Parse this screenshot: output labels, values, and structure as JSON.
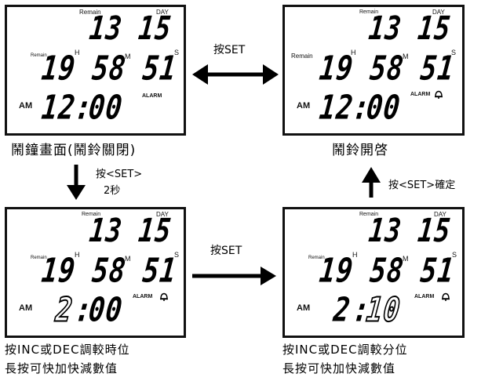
{
  "panels": {
    "p1": {
      "remain_top": "Remain",
      "day": "DAY",
      "date": "13 15",
      "remain_mid": "Remain",
      "h": "H",
      "m": "M",
      "s": "S",
      "countdown": "19 58 51",
      "am": "AM",
      "alarm_word": "ALARM",
      "time_hour": "12",
      "time_min": "00"
    },
    "p2": {
      "remain_top": "Remain",
      "day": "DAY",
      "date": "13 15",
      "remain_mid": "Remain",
      "h": "H",
      "m": "M",
      "s": "S",
      "countdown": "19 58 51",
      "am": "AM",
      "alarm_word": "ALARM",
      "time_hour": "12",
      "time_min": "00"
    },
    "p3": {
      "remain_top": "Remain",
      "day": "DAY",
      "date": "13 15",
      "remain_mid": "Remain",
      "h": "H",
      "m": "M",
      "s": "S",
      "countdown": "19 58 51",
      "am": "AM",
      "alarm_word": "ALARM",
      "time_hour": "2",
      "time_min": "00"
    },
    "p4": {
      "remain_top": "Remain",
      "day": "DAY",
      "date": "13 15",
      "remain_mid": "Remain",
      "h": "H",
      "m": "M",
      "s": "S",
      "countdown": "19 58 51",
      "am": "AM",
      "alarm_word": "ALARM",
      "time_hour": "2",
      "time_min": "10"
    }
  },
  "captions": {
    "p1": "鬧鐘畫面(鬧鈴關閉)",
    "p2": "鬧鈴開啓",
    "p3_line1": "按INC或DEC調較時位",
    "p3_line2": "長按可快加快減數值",
    "p4_line1": "按INC或DEC調較分位",
    "p4_line2": "長按可快加快減數值"
  },
  "arrows": {
    "top_label": "按SET",
    "down_label_line1": "按<SET>",
    "down_label_line2": "2秒",
    "bottom_label": "按SET",
    "up_label": "按<SET>確定"
  }
}
